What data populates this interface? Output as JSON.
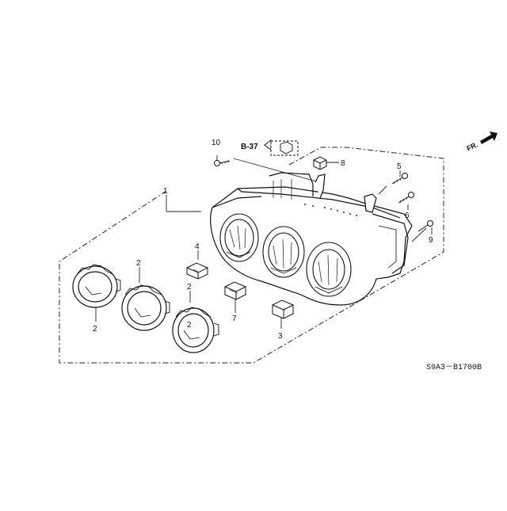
{
  "diagram": {
    "part_labels": {
      "p1": "1",
      "p2a": "2",
      "p2b": "2",
      "p2c": "2",
      "p2d": "2",
      "p3": "3",
      "p4": "4",
      "p5": "5",
      "p6": "6",
      "p7": "7",
      "p8": "8",
      "p9": "9",
      "p10": "10"
    },
    "section_reference": "B-37",
    "front_indicator": "FR.",
    "diagram_code": "S9A3－B1700B"
  }
}
